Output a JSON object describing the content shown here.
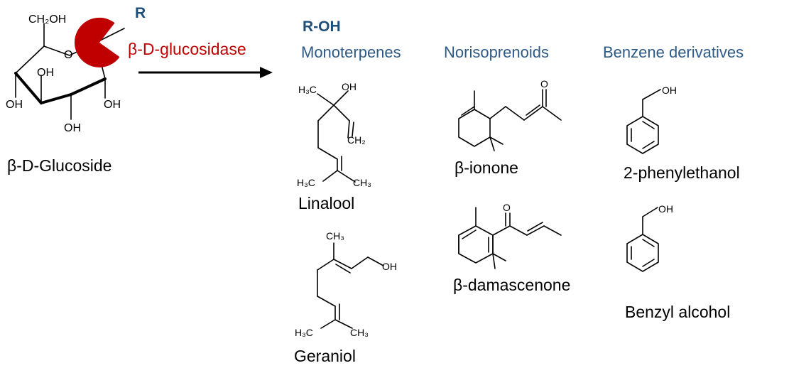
{
  "glucoside": {
    "r_label": "R",
    "enzyme": "β-D-glucosidase",
    "name": "β-D-Glucoside",
    "atoms": {
      "ch2oh": "CH₂OH",
      "o": "O",
      "oh": "OH"
    }
  },
  "product": {
    "header": "R-OH"
  },
  "categories": [
    {
      "label": "Monoterpenes"
    },
    {
      "label": "Norisoprenoids"
    },
    {
      "label": "Benzene derivatives"
    }
  ],
  "compounds": {
    "linalool": "Linalool",
    "geraniol": "Geraniol",
    "ionone": "β-ionone",
    "damascenone": "β-damascenone",
    "phenylethanol": "2-phenylethanol",
    "benzyl_alcohol": "Benzyl alcohol"
  },
  "atom_labels": {
    "h3c": "H₃C",
    "ch3": "CH₃",
    "ch2": "CH₂",
    "oh": "OH",
    "o": "O"
  },
  "colors": {
    "enzyme": "#c00000",
    "category": "#2e5a87",
    "header": "#1f4e79"
  }
}
